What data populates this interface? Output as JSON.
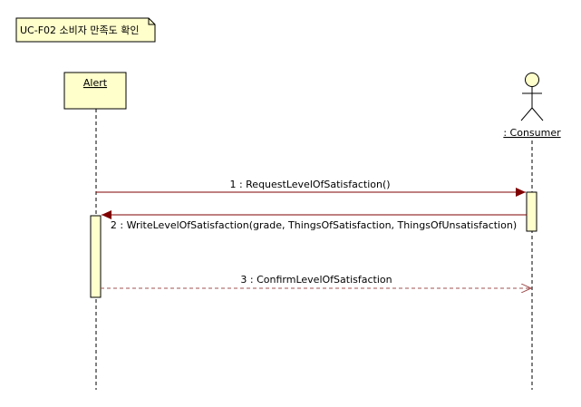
{
  "note": {
    "text": "UC-F02 소비자 만족도 확인"
  },
  "participants": {
    "alert": {
      "name": "Alert",
      "kind": "object"
    },
    "consumer": {
      "name": ": Consumer",
      "kind": "actor"
    }
  },
  "messages": [
    {
      "number": "1",
      "label": "1 : RequestLevelOfSatisfaction()",
      "from": "alert",
      "to": "consumer",
      "kind": "synchronous"
    },
    {
      "number": "2",
      "label": "2 : WriteLevelOfSatisfaction(grade, ThingsOfSatisfaction, ThingsOfUnsatisfaction)",
      "from": "consumer",
      "to": "alert",
      "kind": "synchronous"
    },
    {
      "number": "3",
      "label": "3 : ConfirmLevelOfSatisfaction",
      "from": "alert",
      "to": "consumer",
      "kind": "return"
    }
  ],
  "colors": {
    "note_fill": "#ffffcc",
    "box_fill": "#ffffcc",
    "activation_fill": "#ffffcc",
    "arrow_sync": "#800000",
    "arrow_return": "#a05050",
    "border": "#000000"
  }
}
